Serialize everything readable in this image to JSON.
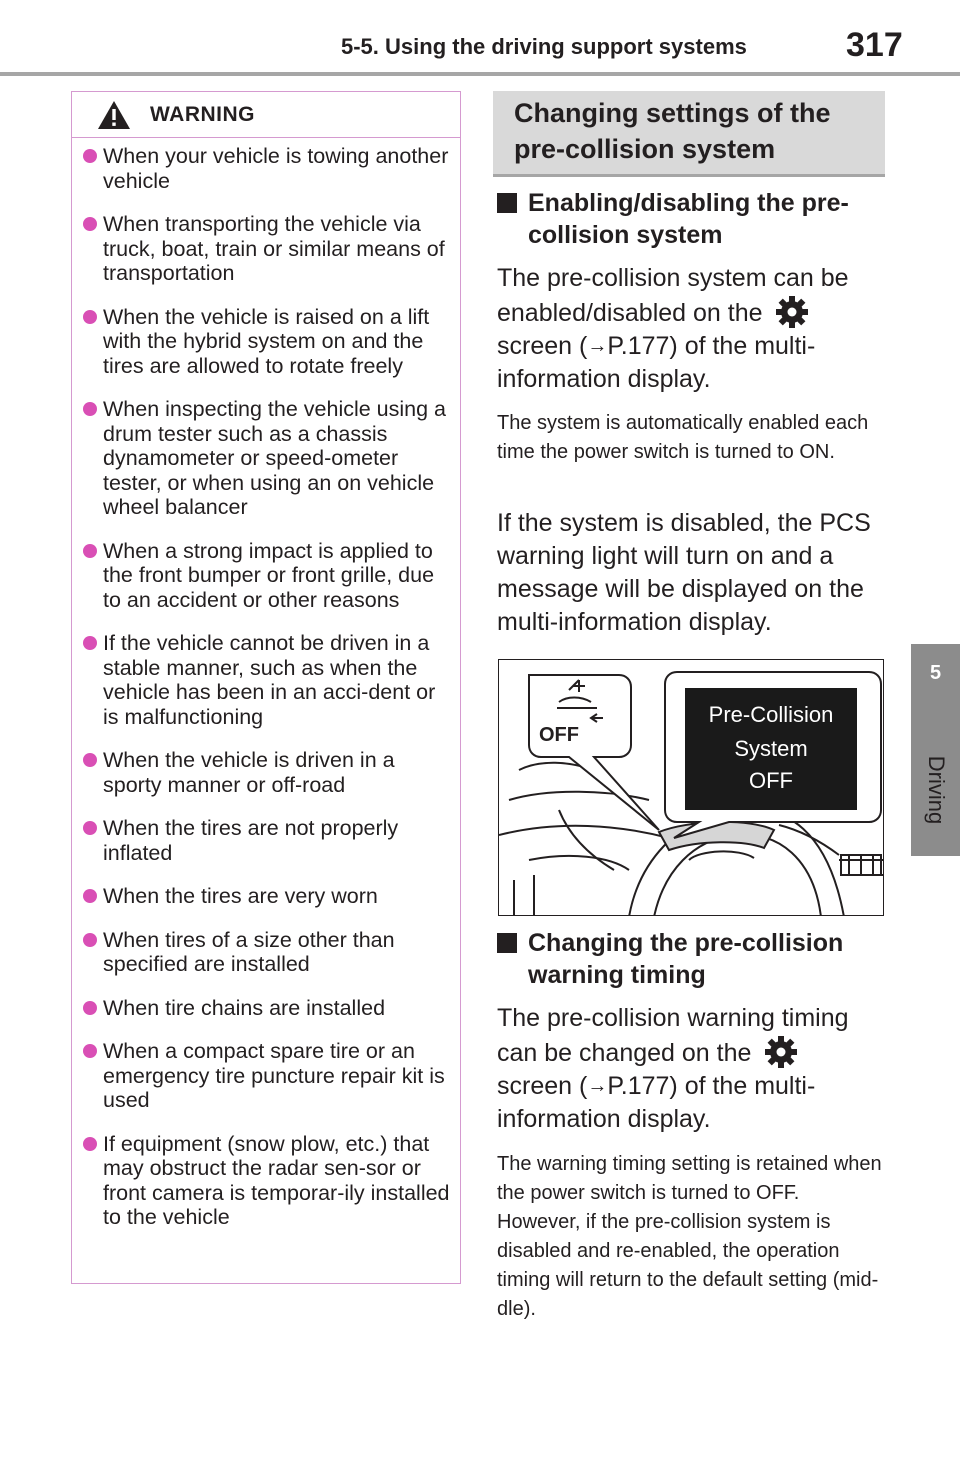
{
  "header": {
    "title": "5-5. Using the driving support systems",
    "page_number": "317"
  },
  "side_tab": {
    "number": "5",
    "label": "Driving"
  },
  "warning": {
    "title": "WARNING",
    "items": [
      "When your vehicle is towing another vehicle",
      "When transporting the vehicle via truck, boat, train or similar means of transportation",
      "When the vehicle is raised on a lift with the hybrid system on and the tires are allowed to rotate freely",
      "When inspecting the vehicle using a drum tester such as a chassis dynamometer or speed-ometer tester, or when using an on vehicle wheel balancer",
      "When a strong impact is applied to the front bumper or front grille, due to an accident or other reasons",
      "If the vehicle cannot be driven in a stable manner, such as when the vehicle has been in an acci-dent or is malfunctioning",
      "When the vehicle is driven in a sporty manner or off-road",
      "When the tires are not properly inflated",
      "When the tires are very worn",
      "When tires of a size other than specified are installed",
      "When tire chains are installed",
      "When a compact spare tire or an emergency tire puncture repair kit is used",
      "If equipment (snow plow, etc.) that may obstruct the radar sen-sor or front camera is temporar-ily installed to the vehicle"
    ]
  },
  "section": {
    "title": "Changing settings of the pre-collision system",
    "sub1": {
      "heading": "Enabling/disabling the pre-collision system",
      "para_a": "The pre-collision system can be enabled/disabled on the",
      "para_b": "screen (",
      "ref": "P.177) of the multi-information display.",
      "note": "The system is automatically enabled each time the power switch is turned to ON.",
      "para2": "If the system is disabled, the PCS warning light will turn on and a message will be displayed on the multi-information display."
    },
    "figure": {
      "indicator_label": "OFF",
      "display_line1": "Pre-Collision",
      "display_line2": "System",
      "display_line3": "OFF"
    },
    "sub2": {
      "heading": "Changing the pre-collision warning timing",
      "para_a": "The pre-collision warning timing can be changed on the",
      "para_b": "screen (",
      "ref": "P.177) of the multi-information display.",
      "note": "The warning timing setting is retained when the power switch is turned to OFF. However, if the pre-collision system is disabled and re-enabled, the operation timing will return to the default setting (mid-dle)."
    }
  },
  "colors": {
    "warning_border": "#d59ad0",
    "bullet": "#d94fb5",
    "section_bg": "#d9d9d9",
    "side_tab": "#8c8c8c"
  }
}
